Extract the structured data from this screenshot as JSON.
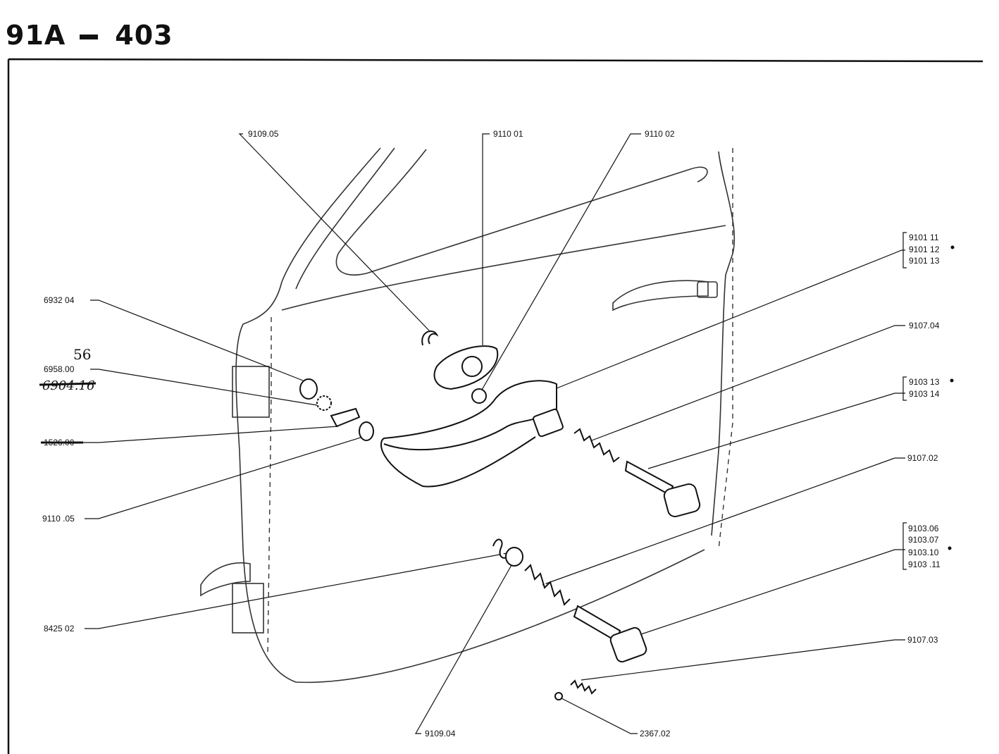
{
  "title": {
    "model": "91A",
    "page": "403"
  },
  "callouts": [
    {
      "id": "c1",
      "text": "9109.05"
    },
    {
      "id": "c2",
      "text": "9110 01"
    },
    {
      "id": "c3",
      "text": "9110 02"
    },
    {
      "id": "c4",
      "text": "6932 04"
    },
    {
      "id": "c5",
      "text": "6958.00"
    },
    {
      "id": "c6",
      "text": "9110 .05"
    },
    {
      "id": "c7",
      "text": "8425 02"
    },
    {
      "id": "c8",
      "text": "9107.04"
    },
    {
      "id": "c9",
      "text": "9107.02"
    },
    {
      "id": "c10",
      "text": "9107.03"
    },
    {
      "id": "c11",
      "text": "2367.02"
    },
    {
      "id": "c12",
      "text": "9109.04"
    }
  ],
  "groups": {
    "g1": [
      "9101 11",
      "9101 12",
      "9101 13"
    ],
    "g2": [
      "9103 13",
      "9103 14"
    ],
    "g3": [
      "9103.06",
      "9103.07",
      "9103.10",
      "9103 .11"
    ]
  },
  "handwritten": {
    "note": "56"
  },
  "struck": [
    {
      "id": "s1",
      "text": "6904.16"
    },
    {
      "id": "s2",
      "text": "1526.00"
    }
  ]
}
